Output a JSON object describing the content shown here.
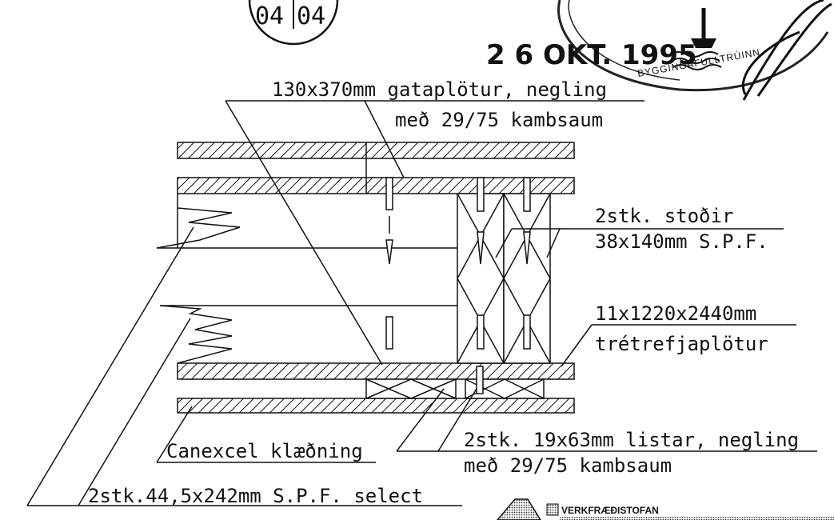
{
  "sheet": {
    "number_left": "04",
    "number_right": "04"
  },
  "stamp": {
    "date": "2 6 OKT. 1995",
    "authority": "BYGGINGAFULLTRÚINN"
  },
  "labels": {
    "top_line1": "130x370mm gataplötur, negling",
    "top_line2": "með 29/75 kambsaum",
    "studs_line1": "2stk. stoðir",
    "studs_line2": "38x140mm S.P.F.",
    "sheathing_line1": "11x1220x2440mm",
    "sheathing_line2": "trétrefjaplötur",
    "battens_line1": "2stk. 19x63mm listar, negling",
    "battens_line2": "með 29/75 kambsaum",
    "cladding": "Canexcel klæðning",
    "beams": "2stk.44,5x242mm S.P.F. select"
  },
  "logo": {
    "caption": "VERKFRÆÐISTOFAN"
  }
}
